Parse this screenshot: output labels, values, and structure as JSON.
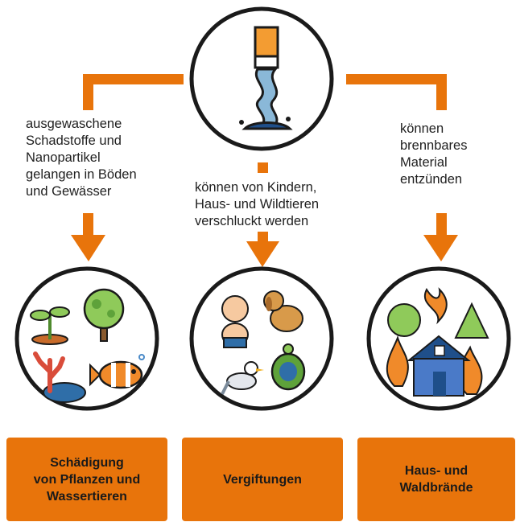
{
  "colors": {
    "accent": "#e8740b",
    "circle_stroke": "#1a1a1a"
  },
  "top": {
    "icon": "burning-cigarette-icon"
  },
  "branches": [
    {
      "label": "ausgewaschene\nSchadstoffe und\nNanopartikel\ngelangen in Böden\nund Gewässer",
      "icons": [
        "plant-sprout-icon",
        "tree-icon",
        "coral-icon",
        "clownfish-icon"
      ],
      "result": "Schädigung\nvon Pflanzen und\nWassertieren"
    },
    {
      "label": "können von Kindern,\nHaus- und Wildtieren\nverschluckt werden",
      "icons": [
        "baby-icon",
        "dog-icon",
        "seagull-icon",
        "turtle-icon"
      ],
      "result": "Vergiftungen"
    },
    {
      "label": "können\nbrennbares\nMaterial\nentzünden",
      "icons": [
        "house-on-fire-icon",
        "forest-fire-icon"
      ],
      "result": "Haus- und\nWaldbrände"
    }
  ]
}
